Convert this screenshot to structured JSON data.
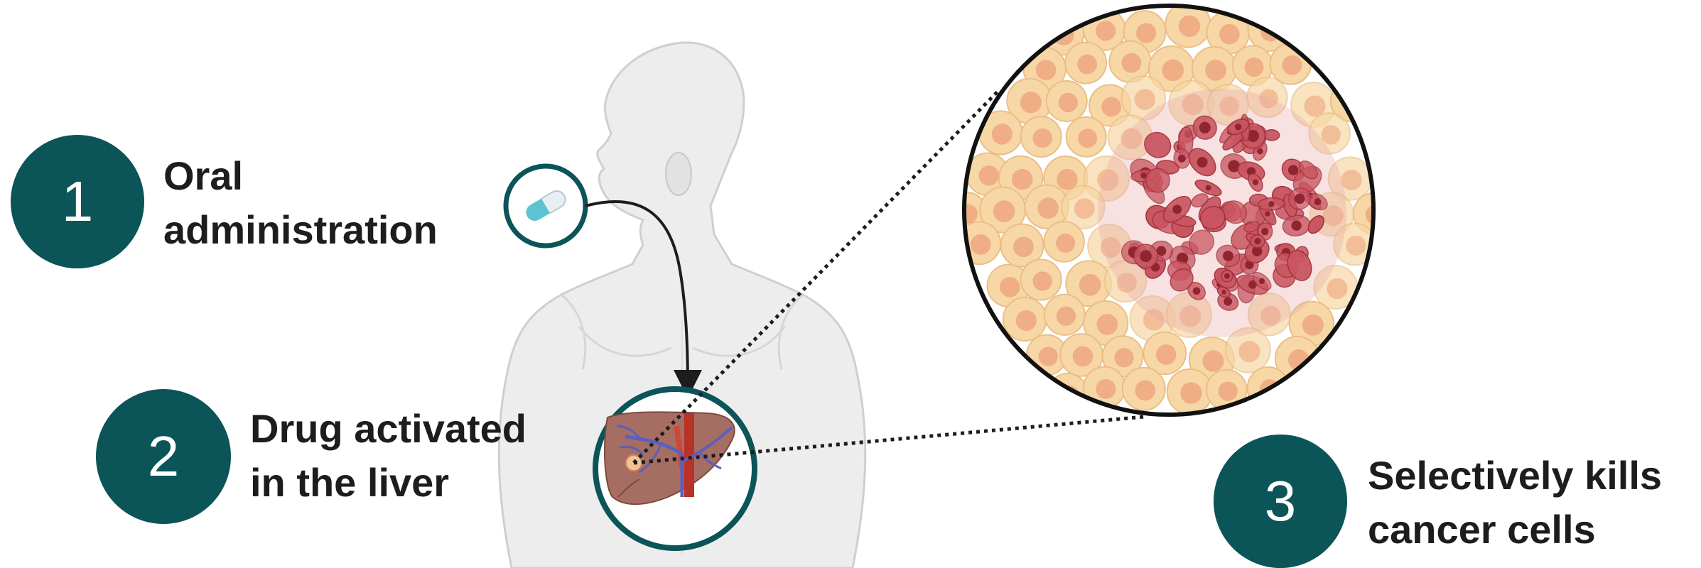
{
  "colors": {
    "step_circle": "#0b5458",
    "ring": "#0b5458",
    "healthy_cell": "#f7d7a5",
    "healthy_nucleus": "#efae86",
    "cancer_cell": "#c95560",
    "cancer_stroke": "#9e2f3c",
    "body": "#ededed",
    "liver": "#a66e63",
    "vein": "#5c5fbd",
    "artery": "#b83228",
    "capsule": "#5bc3d1"
  },
  "steps": [
    {
      "number": "1",
      "lines": [
        "Oral",
        "administration"
      ]
    },
    {
      "number": "2",
      "lines": [
        "Drug activated",
        "in the liver"
      ]
    },
    {
      "number": "3",
      "lines": [
        "Selectively kills",
        "cancer cells"
      ]
    }
  ],
  "icons": {
    "capsule": "capsule-icon",
    "human": "human-torso-icon",
    "liver": "liver-icon",
    "tumor": "tumor-tissue-icon"
  }
}
